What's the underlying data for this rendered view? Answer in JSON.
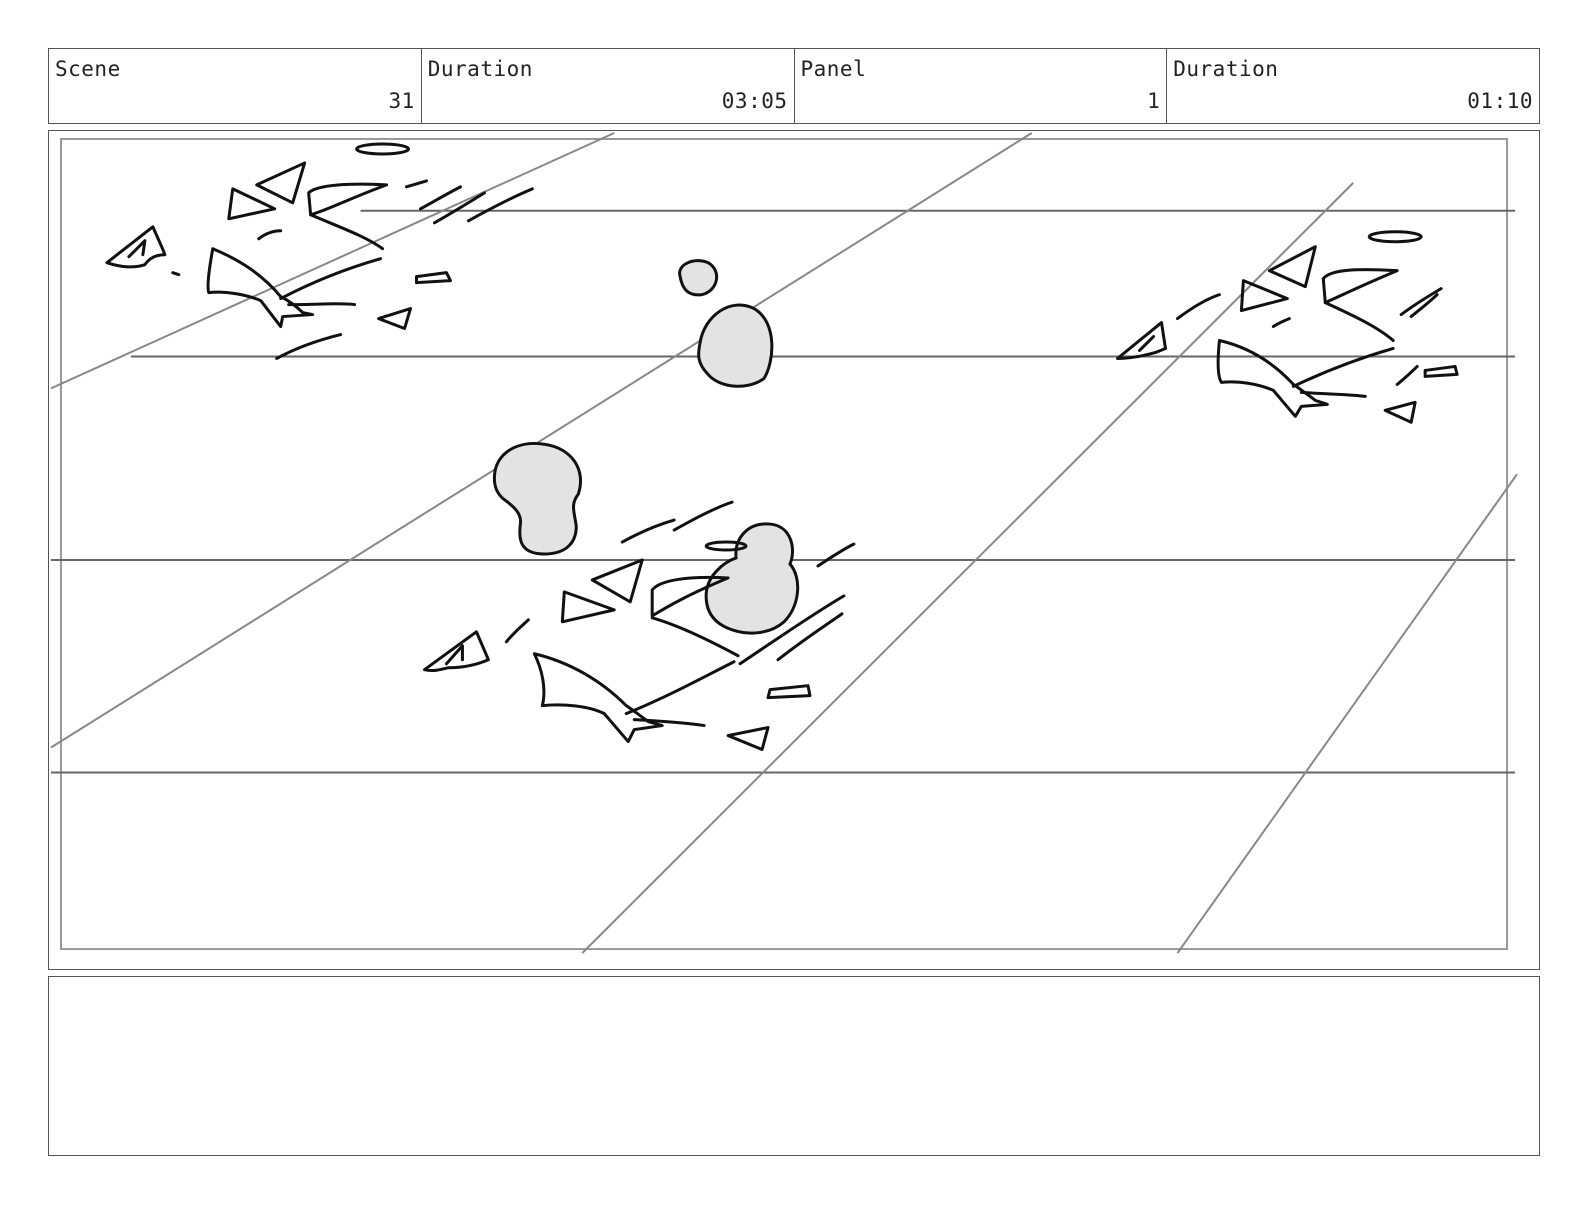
{
  "header": {
    "scene_label": "Scene",
    "scene_value": "31",
    "scene_duration_label": "Duration",
    "scene_duration_value": "03:05",
    "panel_label": "Panel",
    "panel_value": "1",
    "panel_duration_label": "Duration",
    "panel_duration_value": "01:10"
  },
  "notes": {
    "text": ""
  }
}
